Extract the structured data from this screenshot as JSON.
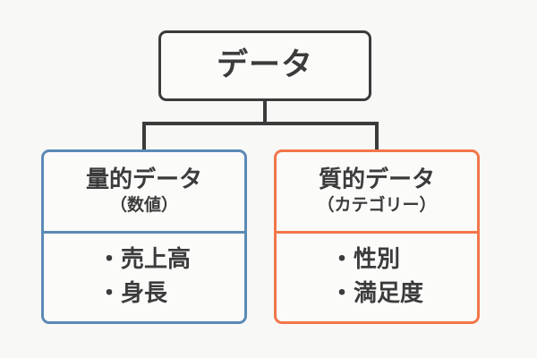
{
  "diagram": {
    "type": "tree",
    "background_color": "#f8f8f7",
    "root": {
      "label": "データ",
      "border_color": "#3b3b3b"
    },
    "connector_color": "#3b3b3b",
    "children": [
      {
        "key": "quantitative",
        "title": "量的データ",
        "subtitle": "（数値）",
        "border_color": "#5b8ab5",
        "items": [
          "・売上高",
          "・身長"
        ]
      },
      {
        "key": "qualitative",
        "title": "質的データ",
        "subtitle": "（カテゴリー）",
        "border_color": "#f2764a",
        "items": [
          "・性別",
          "・満足度"
        ]
      }
    ]
  }
}
